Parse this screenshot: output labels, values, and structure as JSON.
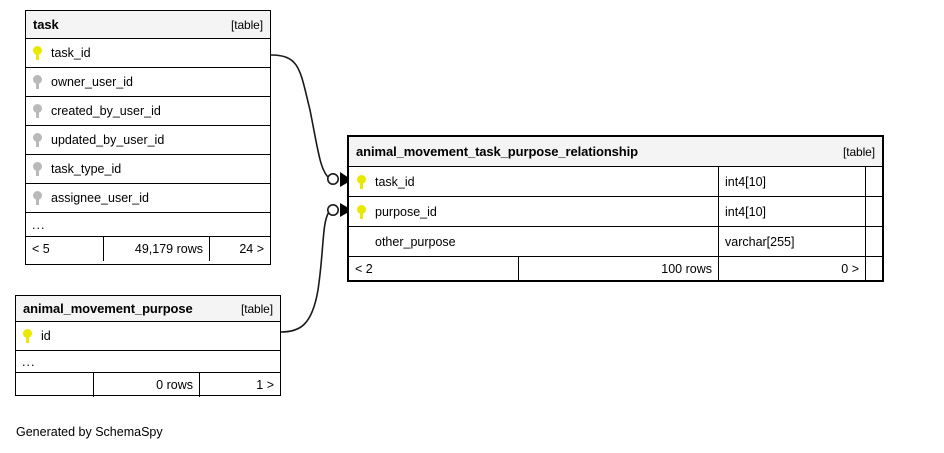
{
  "diagram": {
    "credit": "Generated by SchemaSpy",
    "table_tag": "[table]",
    "ellipsis": "...",
    "colors": {
      "primary_key": "#e8e800",
      "foreign_key": "#b9b9b9",
      "header_background": "#f4f4f4",
      "border": "#000000",
      "background": "#ffffff"
    }
  },
  "entities": [
    {
      "id": "task",
      "name": "task",
      "tag": "[table]",
      "columns": [
        {
          "name": "task_id",
          "key": "pk"
        },
        {
          "name": "owner_user_id",
          "key": "fk"
        },
        {
          "name": "created_by_user_id",
          "key": "fk"
        },
        {
          "name": "updated_by_user_id",
          "key": "fk"
        },
        {
          "name": "task_type_id",
          "key": "fk"
        },
        {
          "name": "assignee_user_id",
          "key": "fk"
        }
      ],
      "has_ellipsis": true,
      "footer": {
        "left": "< 5",
        "middle": "49,179 rows",
        "right": "24 >"
      }
    },
    {
      "id": "animal_movement_task_purpose_relationship",
      "name": "animal_movement_task_purpose_relationship",
      "tag": "[table]",
      "columns": [
        {
          "name": "task_id",
          "key": "pk",
          "type": "int4[10]"
        },
        {
          "name": "purpose_id",
          "key": "pk",
          "type": "int4[10]"
        },
        {
          "name": "other_purpose",
          "key": "none",
          "type": "varchar[255]"
        }
      ],
      "has_ellipsis": false,
      "footer": {
        "left": "< 2",
        "middle": "100 rows",
        "right": "0 >"
      }
    },
    {
      "id": "animal_movement_purpose",
      "name": "animal_movement_purpose",
      "tag": "[table]",
      "columns": [
        {
          "name": "id",
          "key": "pk"
        }
      ],
      "has_ellipsis": true,
      "footer": {
        "left": "",
        "middle": "0 rows",
        "right": "1 >"
      }
    }
  ],
  "relationships": [
    {
      "from": "task.task_id",
      "to": "animal_movement_task_purpose_relationship.task_id",
      "from_cardinality": "one",
      "to_cardinality": "zero-or-many"
    },
    {
      "from": "animal_movement_purpose.id",
      "to": "animal_movement_task_purpose_relationship.purpose_id",
      "from_cardinality": "one",
      "to_cardinality": "zero-or-many"
    }
  ]
}
